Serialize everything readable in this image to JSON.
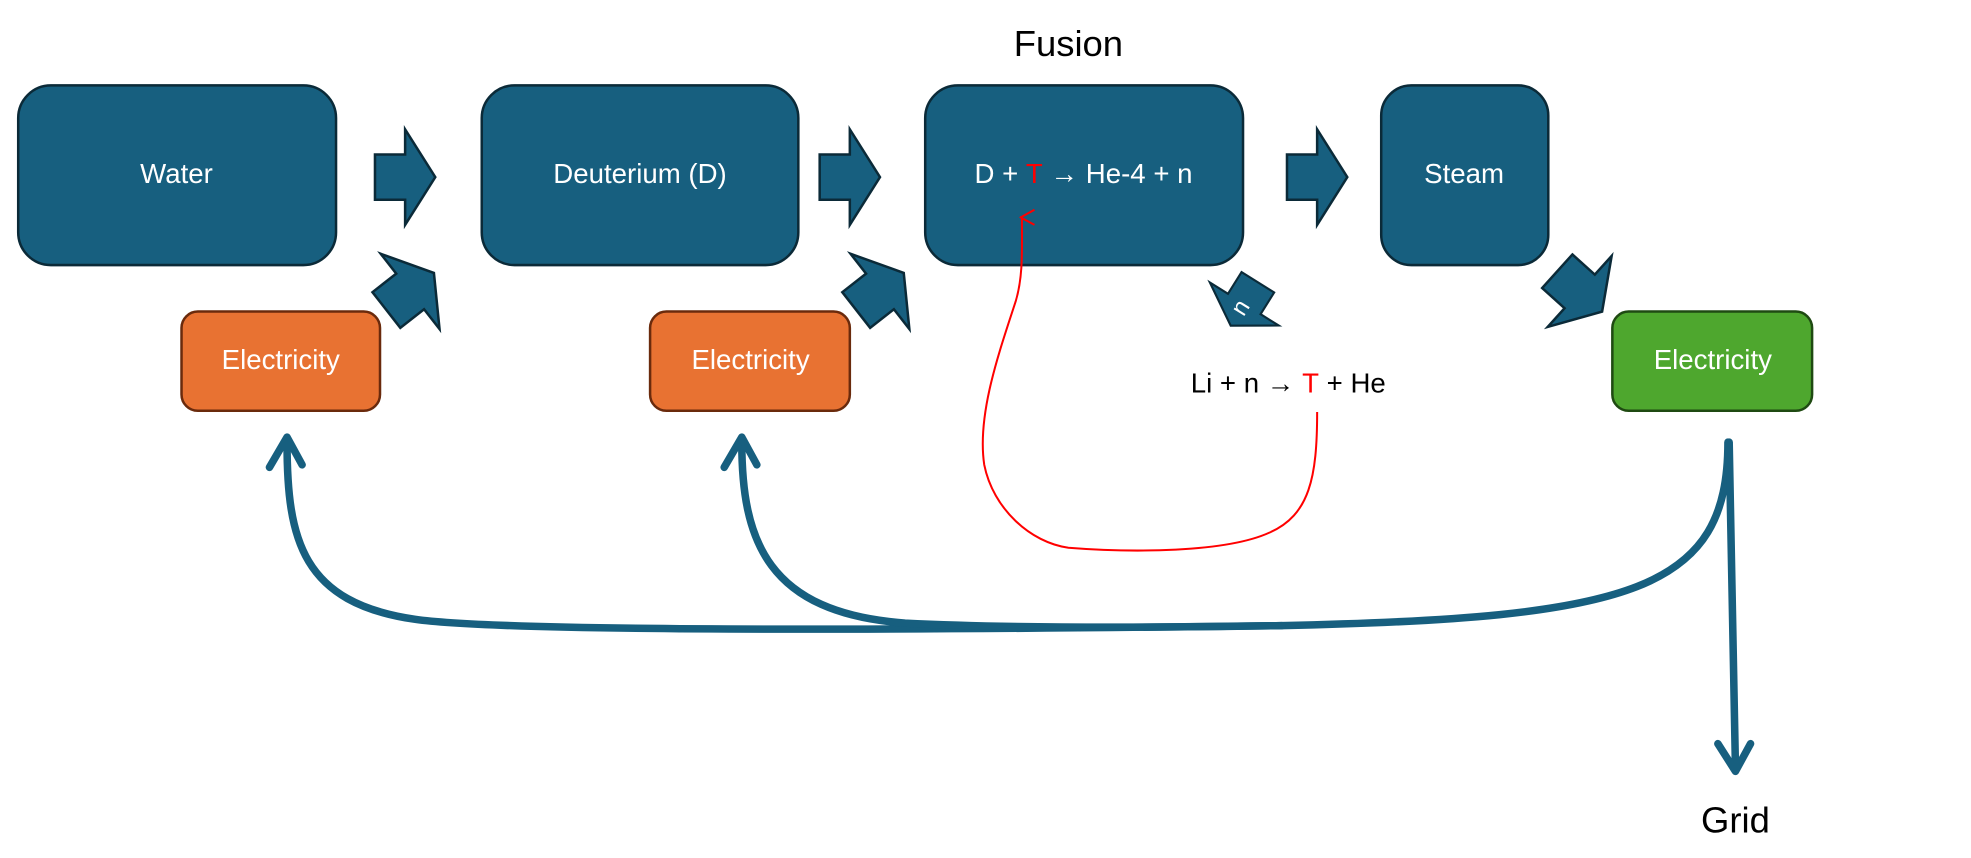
{
  "title": "Fusion",
  "nodes": {
    "water": "Water",
    "deuterium": "Deuterium (D)",
    "fusion_reaction": {
      "d": "D +",
      "t": "T",
      "arrow": "→",
      "rest": "He-4 + n"
    },
    "steam": "Steam",
    "electricity_1": "Electricity",
    "electricity_2": "Electricity",
    "electricity_out": "Electricity",
    "breeding_reaction": {
      "lhs": "Li + n",
      "arrow": "→",
      "t": "T",
      "rest": "+ He"
    },
    "grid": "Grid"
  },
  "neutron_arrow_label": "n",
  "colors": {
    "process": "#175f7f",
    "electricity_in": "#e87232",
    "electricity_out": "#4ea72e",
    "tritium": "#ff0000"
  }
}
